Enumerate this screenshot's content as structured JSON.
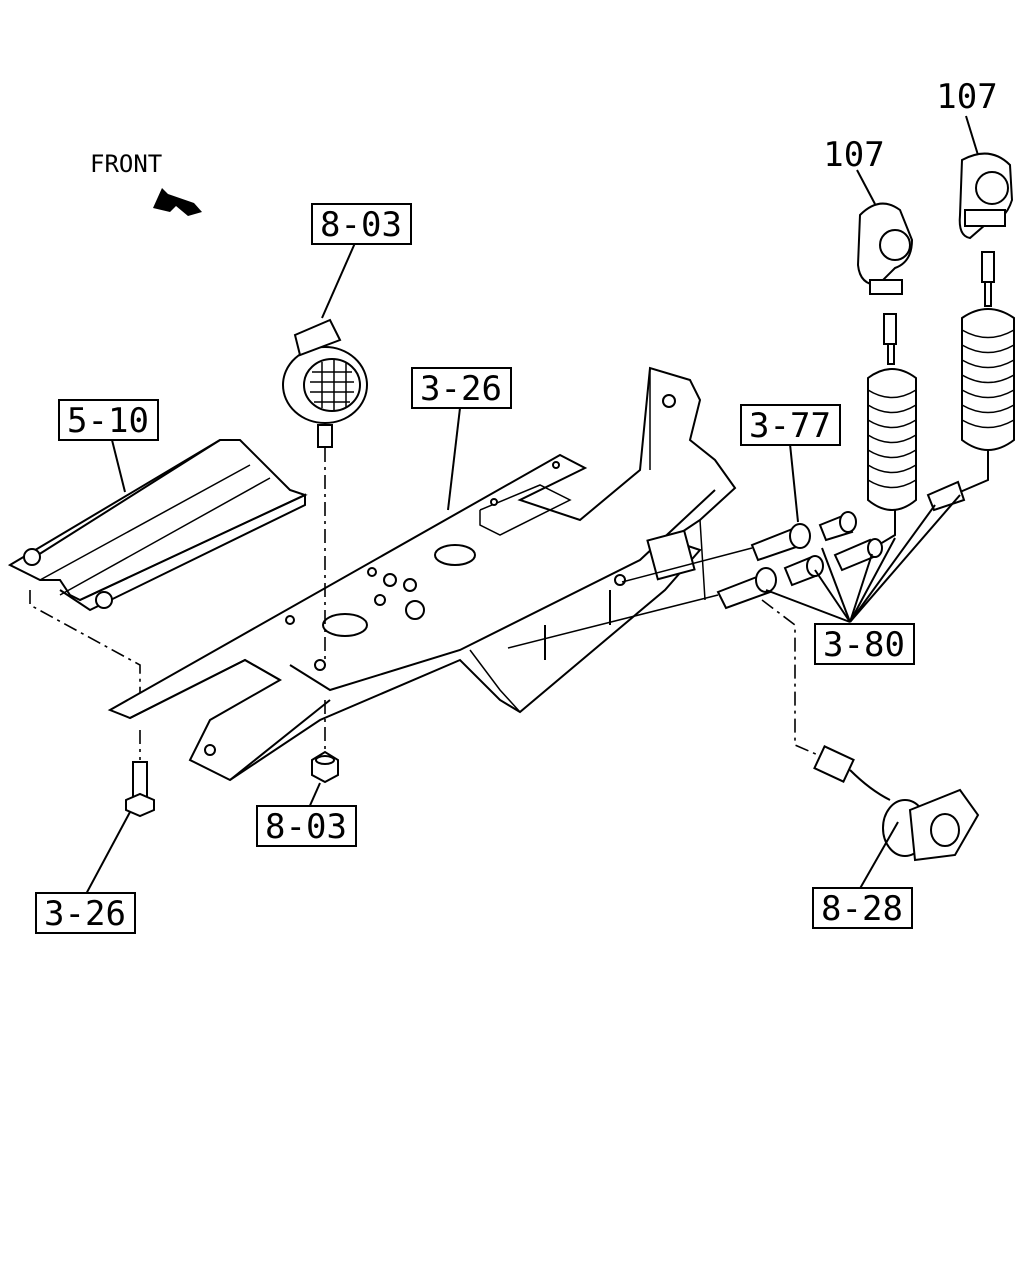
{
  "orientation": {
    "text": "FRONT",
    "arrow_icon": "arrow-up-left-icon"
  },
  "callouts": [
    {
      "id": "c-5-10",
      "text": "5-10",
      "boxed": true
    },
    {
      "id": "c-8-03-top",
      "text": "8-03",
      "boxed": true
    },
    {
      "id": "c-3-26-top",
      "text": "3-26",
      "boxed": true
    },
    {
      "id": "c-3-77",
      "text": "3-77",
      "boxed": true
    },
    {
      "id": "c-3-80",
      "text": "3-80",
      "boxed": true
    },
    {
      "id": "c-8-03-bottom",
      "text": "8-03",
      "boxed": true
    },
    {
      "id": "c-3-26-bottom",
      "text": "3-26",
      "boxed": true
    },
    {
      "id": "c-8-28",
      "text": "8-28",
      "boxed": true
    },
    {
      "id": "c-107-left",
      "text": "107",
      "boxed": false
    },
    {
      "id": "c-107-right",
      "text": "107",
      "boxed": false
    }
  ],
  "parts": {
    "cover_plate": "cover-plate",
    "frame_bracket": "frame-bracket",
    "lamp": "lamp",
    "nut": "nut",
    "bolt": "bolt",
    "coil_hose_left": "coiled-air-hose",
    "coil_hose_right": "coiled-air-hose",
    "glad_hand_left": "glad-hand-coupler",
    "glad_hand_right": "glad-hand-coupler",
    "trailer_socket": "electrical-socket",
    "fittings": "hose-fittings"
  }
}
